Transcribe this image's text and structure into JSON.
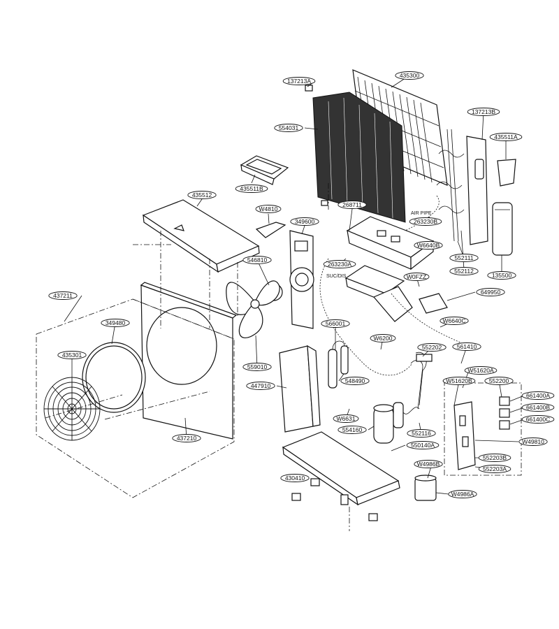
{
  "callouts": [
    {
      "id": "137213A",
      "label": "137213A"
    },
    {
      "id": "435300",
      "label": "435300"
    },
    {
      "id": "137213B",
      "label": "137213B"
    },
    {
      "id": "554031",
      "label": "554031"
    },
    {
      "id": "435511A",
      "label": "435511A"
    },
    {
      "id": "435511B",
      "label": "435511B"
    },
    {
      "id": "435512",
      "label": "435512"
    },
    {
      "id": "W4810",
      "label": "W4810"
    },
    {
      "id": "268711",
      "label": "268711"
    },
    {
      "id": "349600",
      "label": "349600"
    },
    {
      "id": "263230B",
      "label": "263230B"
    },
    {
      "id": "W6640B",
      "label": "W6640B"
    },
    {
      "id": "552111",
      "label": "552111"
    },
    {
      "id": "263230A",
      "label": "263230A"
    },
    {
      "id": "552112",
      "label": "552112"
    },
    {
      "id": "135500",
      "label": "135500"
    },
    {
      "id": "546810",
      "label": "546810"
    },
    {
      "id": "W0FZZ",
      "label": "W0FZZ"
    },
    {
      "id": "649950",
      "label": "649950"
    },
    {
      "id": "437211",
      "label": "437211"
    },
    {
      "id": "349480",
      "label": "349480"
    },
    {
      "id": "W6640C",
      "label": "W6640C"
    },
    {
      "id": "566001",
      "label": "566001"
    },
    {
      "id": "W6200",
      "label": "W6200"
    },
    {
      "id": "552202",
      "label": "552202"
    },
    {
      "id": "561410",
      "label": "561410"
    },
    {
      "id": "435301",
      "label": "435301"
    },
    {
      "id": "559010",
      "label": "559010"
    },
    {
      "id": "W51620A",
      "label": "W51620A"
    },
    {
      "id": "W51620B",
      "label": "W51620B"
    },
    {
      "id": "552200",
      "label": "552200"
    },
    {
      "id": "548490",
      "label": "548490"
    },
    {
      "id": "447910",
      "label": "447910"
    },
    {
      "id": "661400A",
      "label": "661400A"
    },
    {
      "id": "W6631",
      "label": "W6631"
    },
    {
      "id": "661400B",
      "label": "661400B"
    },
    {
      "id": "661400C",
      "label": "661400C"
    },
    {
      "id": "437210",
      "label": "437210"
    },
    {
      "id": "554160",
      "label": "554160"
    },
    {
      "id": "552116",
      "label": "552116"
    },
    {
      "id": "W49810",
      "label": "W49810"
    },
    {
      "id": "550140A",
      "label": "550140A"
    },
    {
      "id": "552203B",
      "label": "552203B"
    },
    {
      "id": "W4986B",
      "label": "W4986B"
    },
    {
      "id": "552203A",
      "label": "552203A"
    },
    {
      "id": "430410",
      "label": "430410"
    },
    {
      "id": "W4986A",
      "label": "W4986A"
    }
  ],
  "annotations": {
    "air_pipe": "AIR PIPE",
    "suc_dis": "SUC/DIS"
  }
}
